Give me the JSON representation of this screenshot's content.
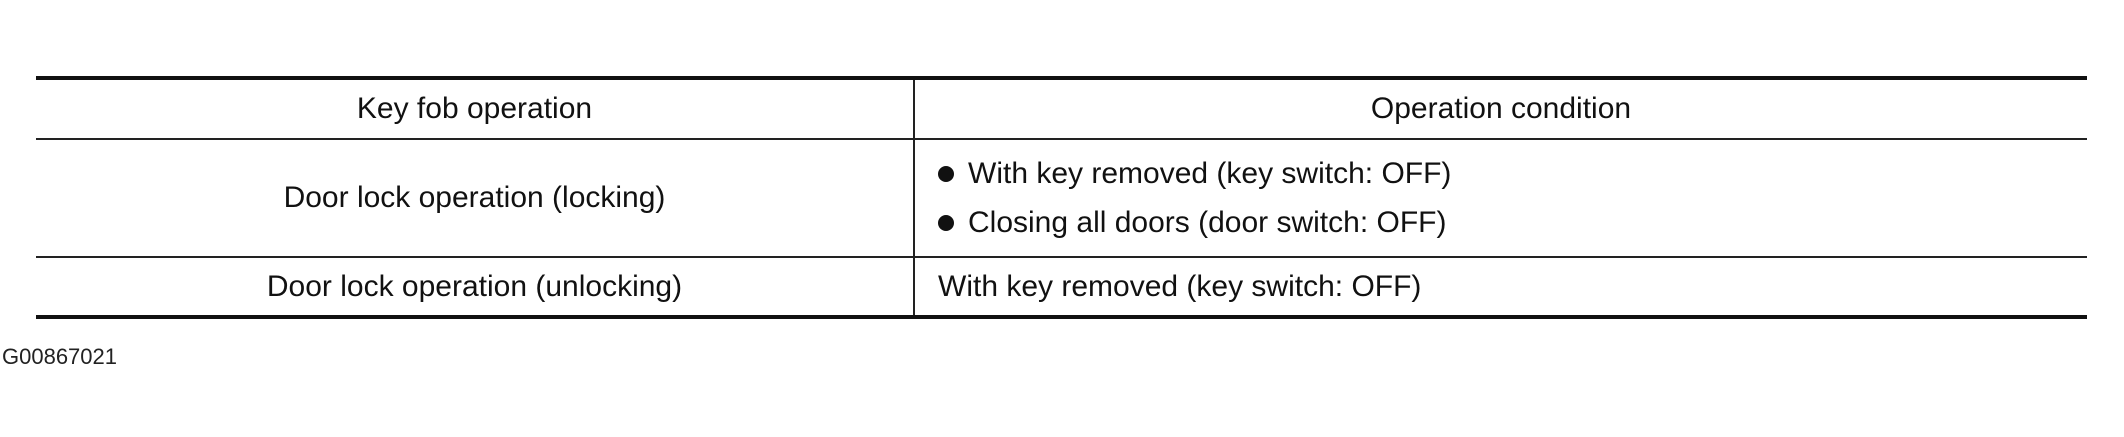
{
  "table": {
    "headers": [
      "Key fob operation",
      "Operation condition"
    ],
    "rows": [
      {
        "operation": "Door lock operation (locking)",
        "conditions": [
          "With key removed (key switch: OFF)",
          "Closing all doors (door switch: OFF)"
        ]
      },
      {
        "operation": "Door lock operation (unlocking)",
        "conditions": [
          "With key removed (key switch: OFF)"
        ]
      }
    ]
  },
  "figure_id": "G00867021"
}
